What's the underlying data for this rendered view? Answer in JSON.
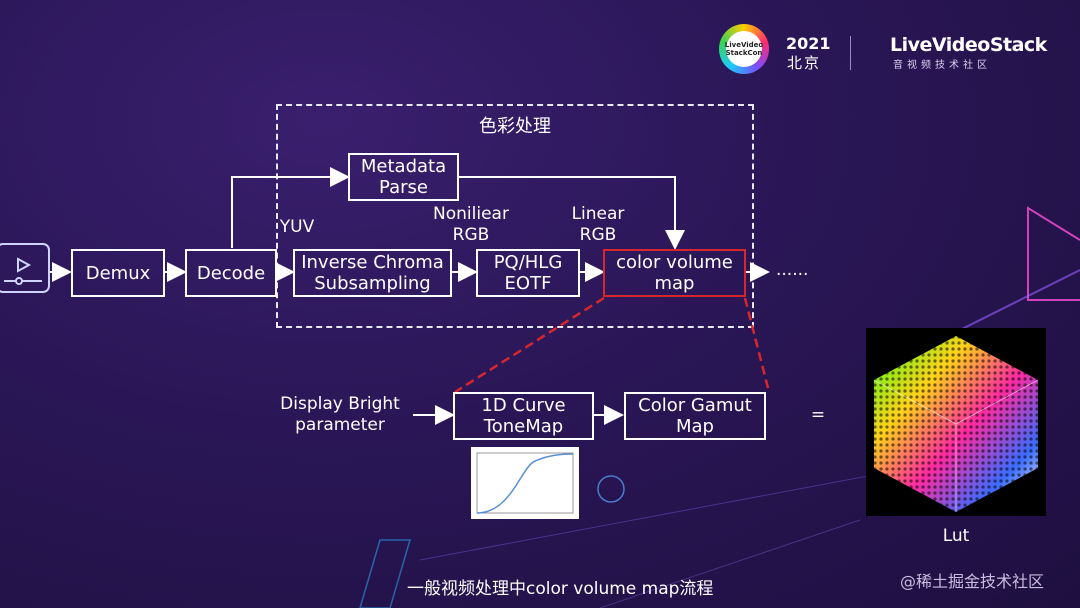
{
  "header": {
    "logo_text": "LiveVideo StackCon",
    "year": "2021",
    "city": "北京",
    "brand": "LiveVideoStack",
    "brand_sub": "音视频技术社区"
  },
  "diagram": {
    "region_title": "色彩处理",
    "demux": "Demux",
    "decode": "Decode",
    "yuv": "YUV",
    "metadata": "Metadata\nParse",
    "inverse": "Inverse Chroma\nSubsampling",
    "nonlinear": "Noniliear\nRGB",
    "pq_hlg": "PQ/HLG\nEOTF",
    "linear": "Linear\nRGB",
    "color_volume": "color volume\nmap",
    "ellipsis": "......",
    "display_bright": "Display Bright\nparameter",
    "curve": "1D Curve\nToneMap",
    "gamut": "Color Gamut\nMap",
    "equals": "=",
    "lut": "Lut"
  },
  "caption": "一般视频处理中color volume map流程",
  "watermark": "@稀土掘金技术社区",
  "colors": {
    "highlight": "#d8262f",
    "background": "#2a1656"
  }
}
